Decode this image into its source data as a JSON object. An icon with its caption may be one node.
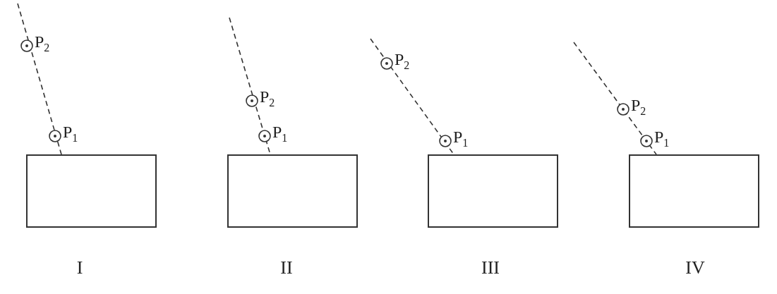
{
  "diagram": {
    "nodes": [
      {
        "text": [],
        "shape": "box",
        "beside": [
          "I"
        ]
      },
      {
        "text": [],
        "shape": "box",
        "beside": [
          "II"
        ]
      },
      {
        "text": [],
        "shape": "box",
        "beside": [
          "III"
        ]
      },
      {
        "text": [],
        "shape": "box",
        "beside": [
          "IV"
        ]
      }
    ],
    "edges": [
      {
        "from": null,
        "to": 0,
        "arrow": "none",
        "style": "dashed"
      },
      {
        "from": null,
        "to": 1,
        "arrow": "none",
        "style": "dashed"
      },
      {
        "from": null,
        "to": 2,
        "arrow": "none",
        "style": "dashed"
      },
      {
        "from": null,
        "to": 3,
        "arrow": "none",
        "style": "dashed"
      }
    ],
    "labels": [
      "P$_{2}$",
      "P$_{1}$",
      "P$_{2}$",
      "P$_{1}$",
      "P$_{2}$",
      "P$_{1}$",
      "P$_{2}$",
      "P$_{1}$"
    ]
  }
}
